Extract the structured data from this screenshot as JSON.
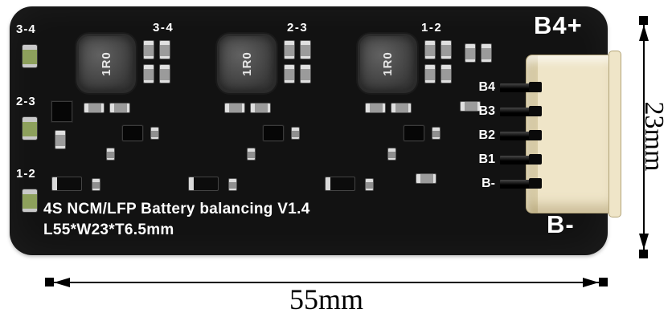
{
  "board": {
    "led_labels": [
      "3-4",
      "2-3",
      "1-2"
    ],
    "section_labels": [
      "3-4",
      "2-3",
      "1-2"
    ],
    "inductor_marking": "1R0",
    "terminal_positive": "B4+",
    "terminal_negative": "B-",
    "pin_labels": [
      "B4",
      "B3",
      "B2",
      "B1",
      "B-"
    ],
    "title": "4S NCM/LFP Battery balancing V1.4",
    "size_text": "L55*W23*T6.5mm"
  },
  "dimensions": {
    "width_label": "55mm",
    "height_label": "23mm"
  },
  "colors": {
    "pcb": "#121212",
    "silkscreen": "#ffffff",
    "connector": "#efe5c8",
    "background": "#ffffff"
  }
}
